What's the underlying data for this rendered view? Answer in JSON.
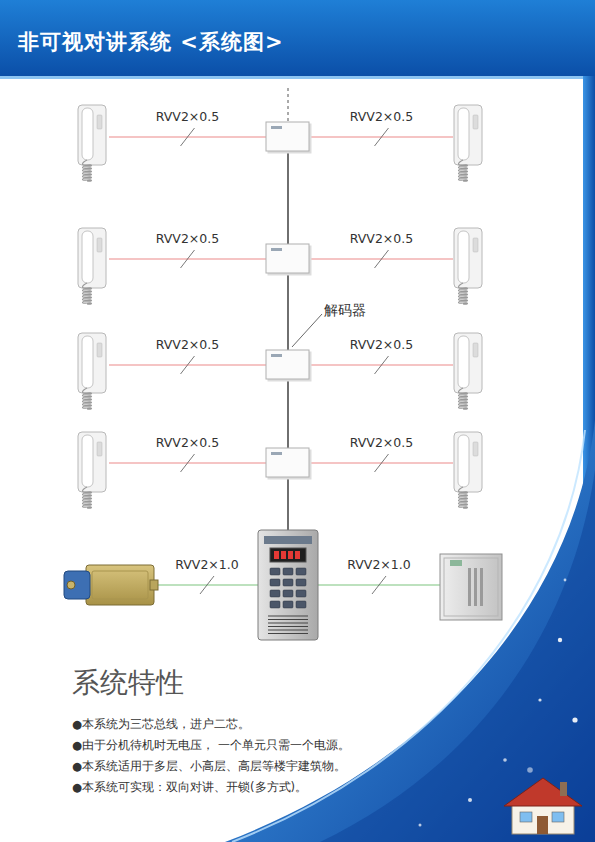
{
  "diagram": {
    "title": "非可视对讲系统 <系统图>",
    "nodes": [
      {
        "text": []
      },
      {
        "text": []
      },
      {
        "text": []
      },
      {
        "text": []
      },
      {
        "text": []
      },
      {
        "text": []
      },
      {
        "text": []
      },
      {
        "text": []
      },
      {
        "text": []
      },
      {
        "text": []
      },
      {
        "text": []
      },
      {
        "text": []
      },
      {
        "text": []
      },
      {
        "text": []
      },
      {
        "text": []
      }
    ],
    "edges": [
      {
        "from": 1,
        "to": 0,
        "arrow": "none",
        "label": "RVV2×0.5"
      },
      {
        "from": 1,
        "to": 2,
        "arrow": "none",
        "label": "RVV2×0.5"
      },
      {
        "from": 4,
        "to": 3,
        "arrow": "none",
        "label": "RVV2×0.5"
      },
      {
        "from": 4,
        "to": 5,
        "arrow": "none",
        "label": "RVV2×0.5"
      },
      {
        "from": 7,
        "to": 6,
        "arrow": "none",
        "label": "RVV2×0.5"
      },
      {
        "from": 7,
        "to": 8,
        "arrow": "none",
        "label": "RVV2×0.5"
      },
      {
        "from": 10,
        "to": 9,
        "arrow": "none",
        "label": "RVV2×0.5"
      },
      {
        "from": 10,
        "to": 11,
        "arrow": "none",
        "label": "RVV2×0.5"
      },
      {
        "from": 1,
        "to": 4,
        "arrow": "none"
      },
      {
        "from": 4,
        "to": 7,
        "arrow": "none"
      },
      {
        "from": 7,
        "to": 10,
        "arrow": "none"
      },
      {
        "from": 10,
        "to": 13,
        "arrow": "none"
      },
      {
        "from": 13,
        "to": 12,
        "arrow": "none",
        "label": "RVV2×1.0"
      },
      {
        "from": 13,
        "to": 14,
        "arrow": "none",
        "label": "RVV2×1.0"
      }
    ],
    "labels": [
      "解码器",
      "系统特性",
      "●本系统为三芯总线，进户二芯。",
      "●由于分机待机时无电压， 一个单元只需一个电源。",
      "●本系统适用于多层、小高层、高层等楼宇建筑物。",
      "●本系统可实现：双向对讲、开锁(多方式)。"
    ]
  }
}
